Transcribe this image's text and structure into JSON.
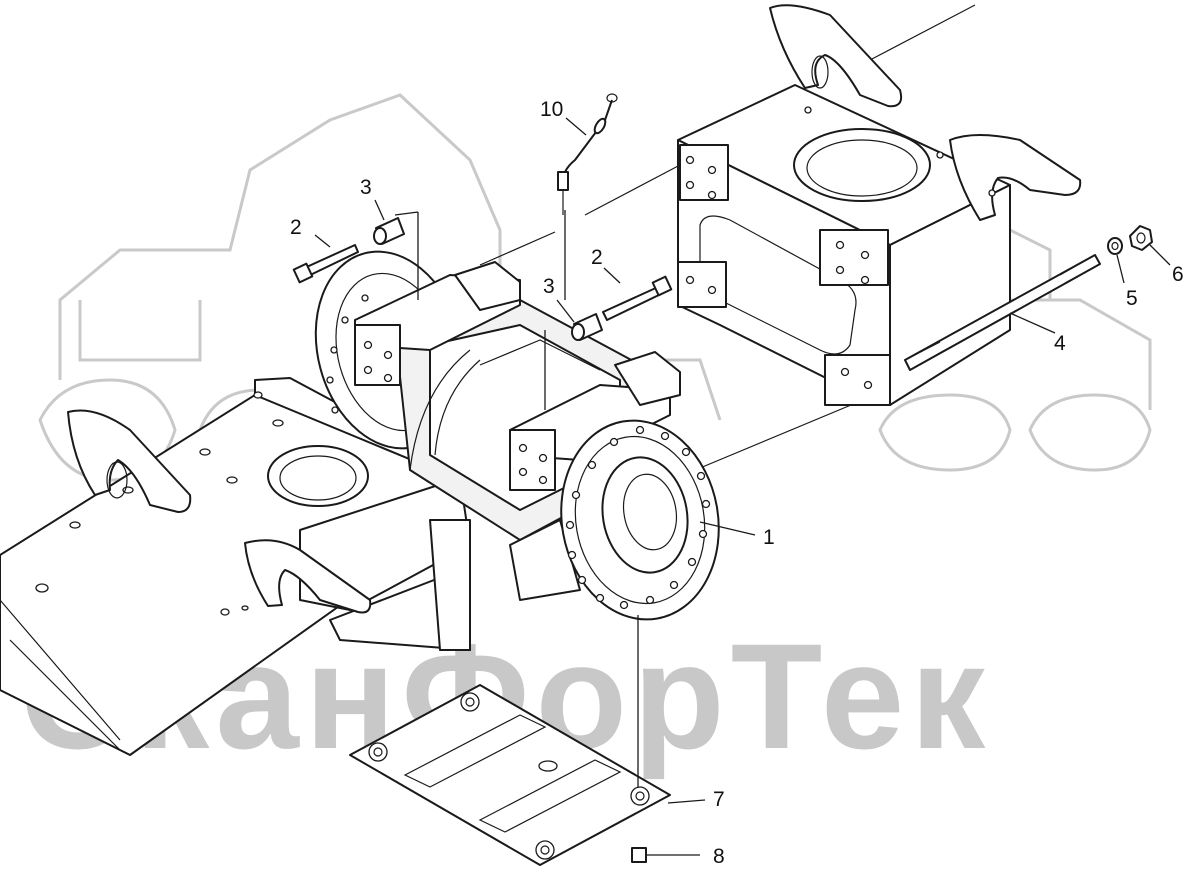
{
  "watermark": {
    "text": "СканФорТек",
    "color": "#c8c8c8"
  },
  "callouts": [
    {
      "id": "1",
      "label": "1"
    },
    {
      "id": "2a",
      "label": "2"
    },
    {
      "id": "2b",
      "label": "2"
    },
    {
      "id": "3a",
      "label": "3"
    },
    {
      "id": "3b",
      "label": "3"
    },
    {
      "id": "4",
      "label": "4"
    },
    {
      "id": "5",
      "label": "5"
    },
    {
      "id": "6",
      "label": "6"
    },
    {
      "id": "7",
      "label": "7"
    },
    {
      "id": "8",
      "label": "8"
    },
    {
      "id": "10",
      "label": "10"
    }
  ],
  "colors": {
    "line": "#1a1a1a",
    "background": "#ffffff",
    "watermark": "#c8c8c8"
  }
}
